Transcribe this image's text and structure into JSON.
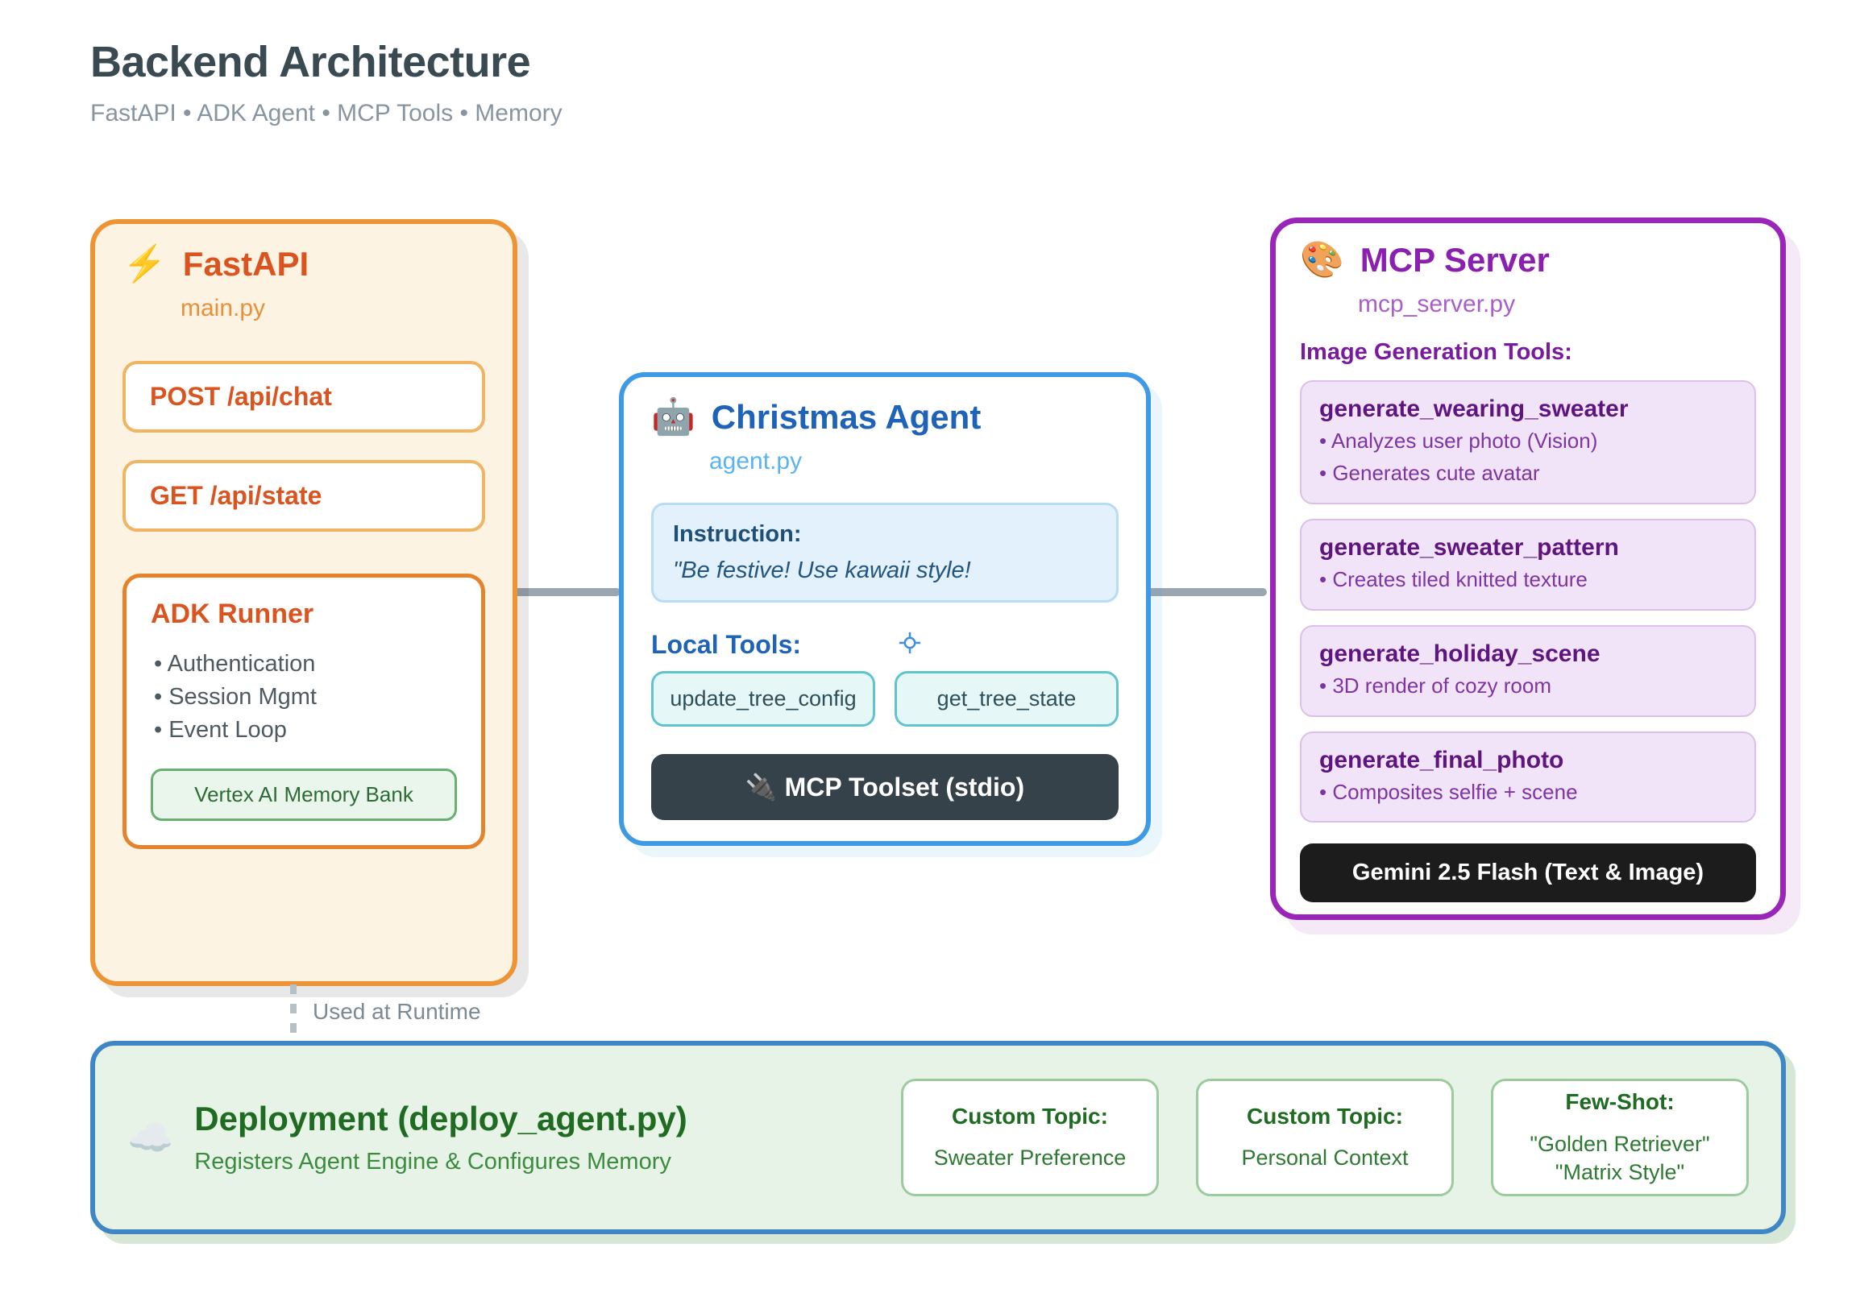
{
  "header": {
    "title": "Backend Architecture",
    "subtitle": "FastAPI • ADK Agent • MCP Tools • Memory"
  },
  "fastapi": {
    "icon": "lightning-bolt-emoji",
    "icon_glyph": "⚡",
    "title": "FastAPI",
    "file": "main.py",
    "endpoints": [
      {
        "label": "POST /api/chat"
      },
      {
        "label": "GET /api/state"
      }
    ],
    "runner": {
      "title": "ADK Runner",
      "items": [
        "• Authentication",
        "• Session Mgmt",
        "• Event Loop"
      ],
      "memory_pill": "Vertex AI Memory Bank"
    },
    "colors": {
      "border": "#ed9434",
      "background": "#fdf3e3",
      "title": "#d9541f"
    }
  },
  "agent": {
    "icon": "robot-emoji",
    "icon_glyph": "🤖",
    "title": "Christmas Agent",
    "file": "agent.py",
    "instruction": {
      "label": "Instruction:",
      "text": "\"Be festive! Use kawaii style!"
    },
    "local_tools_label": "Local Tools:",
    "crosshair_icon": "crosshair-icon",
    "tools": [
      {
        "label": "update_tree_config"
      },
      {
        "label": "get_tree_state"
      }
    ],
    "toolset": {
      "icon_glyph": "🔌",
      "label": "MCP Toolset (stdio)"
    },
    "colors": {
      "border": "#3f9ae5",
      "title": "#1f63b8"
    }
  },
  "mcp_server": {
    "icon": "palette-emoji",
    "icon_glyph": "🎨",
    "title": "MCP Server",
    "file": "mcp_server.py",
    "tools_label": "Image Generation Tools:",
    "tools": [
      {
        "name": "generate_wearing_sweater",
        "bullets": [
          "• Analyzes user photo (Vision)",
          "• Generates cute avatar"
        ]
      },
      {
        "name": "generate_sweater_pattern",
        "bullets": [
          "• Creates tiled knitted texture"
        ]
      },
      {
        "name": "generate_holiday_scene",
        "bullets": [
          "• 3D render of cozy room"
        ]
      },
      {
        "name": "generate_final_photo",
        "bullets": [
          "• Composites selfie + scene"
        ]
      }
    ],
    "model_badge": "Gemini 2.5 Flash (Text & Image)",
    "colors": {
      "border": "#9926b8",
      "title": "#8a1fb0",
      "card": "#f2e4f8"
    }
  },
  "runtime_link": {
    "label": "Used at Runtime"
  },
  "deployment": {
    "icon": "cloud-emoji",
    "icon_glyph": "☁️",
    "title": "Deployment (deploy_agent.py)",
    "subtitle": "Registers Agent Engine & Configures Memory",
    "cards": [
      {
        "title": "Custom Topic:",
        "body": "Sweater Preference"
      },
      {
        "title": "Custom Topic:",
        "body": "Personal Context"
      },
      {
        "title": "Few-Shot:",
        "body": "\"Golden Retriever\"\n\"Matrix Style\""
      }
    ],
    "colors": {
      "border": "#3f86c4",
      "background": "#e6f3e6",
      "title": "#1e6b21"
    }
  }
}
